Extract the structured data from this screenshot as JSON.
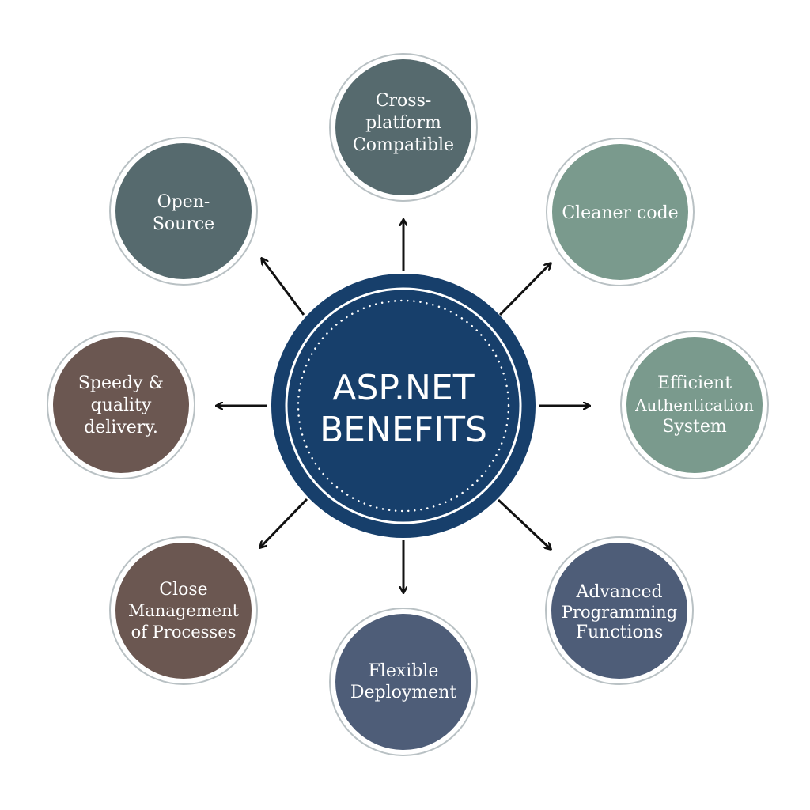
{
  "center": {
    "title_lines": [
      "ASP.NET",
      "BENEFITS"
    ],
    "color": "#173f6b"
  },
  "nodes": [
    {
      "id": "cross-platform",
      "lines": [
        "Cross-",
        "platform",
        "Compatible"
      ],
      "color": "#566a6e"
    },
    {
      "id": "cleaner-code",
      "lines": [
        "Cleaner code"
      ],
      "color": "#7a9a8d"
    },
    {
      "id": "efficient-auth",
      "lines": [
        "Efficient",
        "Authentication",
        "System"
      ],
      "color": "#7a9a8d"
    },
    {
      "id": "advanced-programming",
      "lines": [
        "Advanced",
        "Programming",
        "Functions"
      ],
      "color": "#4e5d78"
    },
    {
      "id": "flexible-deployment",
      "lines": [
        "Flexible",
        "Deployment"
      ],
      "color": "#4e5d78"
    },
    {
      "id": "close-management",
      "lines": [
        "Close",
        "Management",
        "of Processes"
      ],
      "color": "#6b5751"
    },
    {
      "id": "speedy-delivery",
      "lines": [
        "Speedy &",
        "quality",
        "delivery."
      ],
      "color": "#6b5751"
    },
    {
      "id": "open-source",
      "lines": [
        "Open-",
        "Source"
      ],
      "color": "#566a6e"
    }
  ]
}
